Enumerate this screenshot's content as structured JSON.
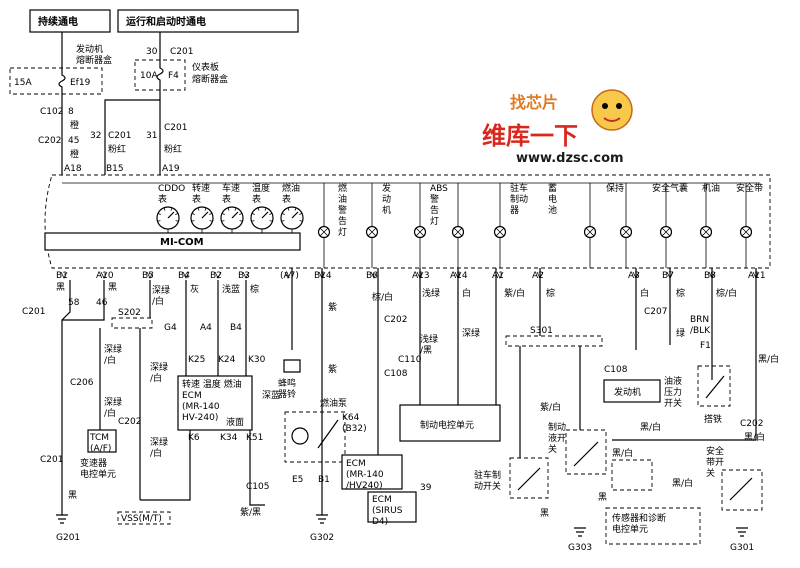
{
  "power": {
    "always_on": "持续通电",
    "run_start": "运行和启动时通电"
  },
  "fuse_boxes": {
    "engine_fuse_box_line1": "发动机",
    "engine_fuse_box_line2": "熔断器盒",
    "engine_fuse_rating": "15A",
    "engine_fuse_id": "Ef19",
    "panel_fuse_box_line1": "仪表板",
    "panel_fuse_box_line2": "熔断器盒",
    "panel_fuse_rating": "10A",
    "panel_fuse_id": "F4"
  },
  "connectors": {
    "c102": "C102",
    "c102_pin": "8",
    "c201": "C201",
    "c201_pin_top": "30",
    "c202": "C202",
    "c202_pin_45": "45",
    "c201_pin_32": "32",
    "c201_pin_31": "31",
    "a18": "A18",
    "b15": "B15",
    "a19": "A19"
  },
  "wire_colors": {
    "orange_1": "橙",
    "orange_2": "橙",
    "pink_1": "粉红",
    "pink_2": "粉红"
  },
  "cluster": {
    "gauges": [
      "CDDO\n表",
      "转速\n表",
      "车速\n表",
      "温度\n表",
      "燃油\n表"
    ],
    "mi_com": "MI-COM",
    "lamps": [
      "燃\n油\n警\n告\n灯",
      "发\n动\n机",
      "ABS\n警\n告\n灯",
      "驻车\n制动\n器",
      "蓄\n电\n池",
      "保持",
      "安全气囊",
      "机油",
      "安全带"
    ]
  },
  "pins_row": [
    "B1",
    "A10",
    "B5",
    "B4",
    "B2",
    "B3",
    "(A7)",
    "B14",
    "B6",
    "A13",
    "A14",
    "A1",
    "A2",
    "A3",
    "B7",
    "B8",
    "A11"
  ],
  "pin_wire_colors": [
    "黑",
    "黑",
    "深绿\n/白",
    "灰",
    "浅蓝",
    "棕",
    "",
    "",
    "",
    "浅绿",
    "白",
    "紫/白",
    "棕",
    "白",
    "棕",
    "棕/白",
    "黑/白"
  ],
  "labels": {
    "s202": "S202",
    "s301": "S301",
    "c201_left": "C201",
    "c206": "C206",
    "c202_l": "C202",
    "c108": "C108",
    "c110": "C110",
    "c207": "C207",
    "buzzer": "蜂鸣\n器铃",
    "fuel_pump": "燃油泵",
    "brake_ecu": "制动电控单元",
    "engine": "发动机",
    "tcm": "TCM\n(A/F)",
    "tcm_unit": "变速器\n电控单元",
    "ecm_ksp": "转速 温度 燃油\nECM\n(MR-140\nHV-240)",
    "liquid_level": "液面",
    "ecm_k64": "ECM\n(MR-140\n/HV240)",
    "ecm_sirus": "ECM\n(SIRUS\nD4)",
    "k64": "K64\n(B32)",
    "parking_switch": "驻车制\n动开关",
    "brake_fluid_switch": "制动\n液开\n关",
    "oil_pressure_switch": "油液\n压力\n开关",
    "seatbelt_switch": "安全\n带开\n关",
    "sensor_module": "传感器和诊断\n电控单元",
    "brn_blk": "BRN\n/BLK",
    "tower": "搭铁",
    "vss": "VSS(M/T)",
    "coolant_temp": "温度",
    "g201": "G201",
    "g302": "G302",
    "g303": "G303",
    "g301": "G301",
    "f1": "F1",
    "e5": "E5",
    "b1": "B1",
    "b32": "32",
    "k6": "K6",
    "k34": "K34",
    "k51": "K51",
    "k25": "K25",
    "k24": "K24",
    "k30": "K30",
    "g4": "G4",
    "a4": "A4",
    "b4": "B4",
    "c105": "C105",
    "purple_black": "紫/黑",
    "deep_blue": "深蓝",
    "black": "黑",
    "black_white": "黑/白",
    "purple_white": "紫/白",
    "brown_white": "棕/白",
    "brown": "棕",
    "purple": "紫",
    "green": "绿",
    "deep_green": "深绿",
    "deep_green_white": "深绿\n/白",
    "light_green": "浅绿",
    "light_green_black": "浅绿\n/黑",
    "white": "白",
    "gray": "灰",
    "light_blue": "浅蓝"
  },
  "watermark": {
    "brand_cartoon": "找芯片",
    "brand_cn": "维库一下",
    "url": "www.dzsc.com"
  }
}
